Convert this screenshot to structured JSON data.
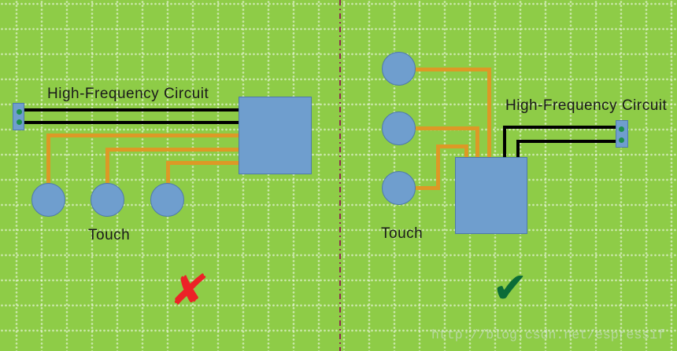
{
  "theme": {
    "canvas_bg": "#8ECC47",
    "shape_blue_fill": "#6F9ECE",
    "shape_blue_border": "#4E79AC",
    "wire_orange": "#DD9926",
    "wire_black": "#000000",
    "pin_green": "#1D8F4F",
    "divider_maroon": "#8E2B4E",
    "cross_red": "#EC2227",
    "check_green": "#0B6C38",
    "label_text": "#1A1A1A",
    "watermark_text": "rgba(215,224,230,0.55)"
  },
  "left_panel": {
    "hf_circuit_label": "High-Frequency Circuit",
    "touch_label": "Touch",
    "verdict_mark": "✘"
  },
  "right_panel": {
    "hf_circuit_label": "High-Frequency Circuit",
    "touch_label": "Touch",
    "verdict_mark": "✔"
  },
  "watermark": "http://blog.csdn.net/espressif"
}
